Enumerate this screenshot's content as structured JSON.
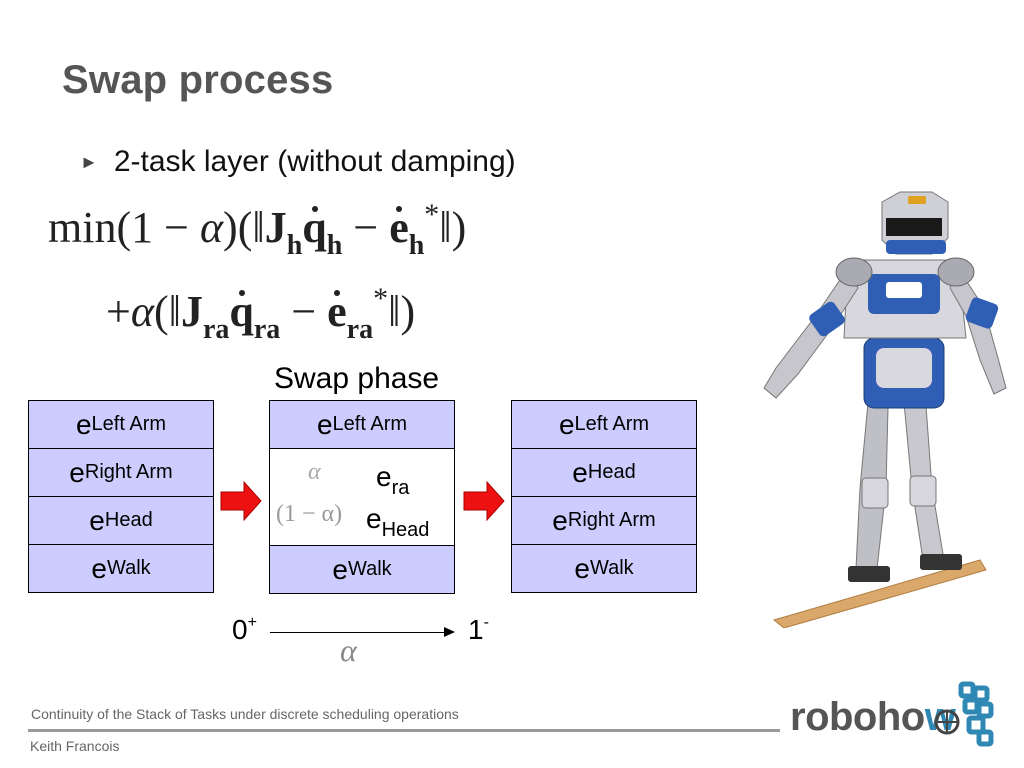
{
  "slide": {
    "title": "Swap process",
    "bullet": "2-task layer (without damping)"
  },
  "formula": {
    "line1": {
      "min": "min(1",
      "minus": "−",
      "alpha": "α",
      "open": ")(‖",
      "J": "J",
      "J_sub": "h",
      "q": "q",
      "q_sub": "h",
      "minus2": "−",
      "e": "e",
      "e_sub": "h",
      "e_sup": "*",
      "close": "‖)"
    },
    "line2": {
      "plus": "+",
      "alpha": "α",
      "open": "(‖",
      "J": "J",
      "J_sub": "ra",
      "q": "q",
      "q_sub": "ra",
      "minus": "−",
      "e": "e",
      "e_sub": "ra",
      "e_sup": "*",
      "close": "‖)"
    }
  },
  "swap_phase_label": "Swap phase",
  "stacks": {
    "before": [
      {
        "e": "e",
        "sub": "Left Arm"
      },
      {
        "e": "e",
        "sub": "Right Arm"
      },
      {
        "e": "e",
        "sub": "Head"
      },
      {
        "e": "e",
        "sub": "Walk"
      }
    ],
    "during": {
      "top": {
        "e": "e",
        "sub": "Left Arm"
      },
      "mix_alpha": "α",
      "mix_one_minus_alpha": "(1 − α)",
      "mix_ra": {
        "e": "e",
        "sub": "ra"
      },
      "mix_head": {
        "e": "e",
        "sub": "Head"
      },
      "bottom": {
        "e": "e",
        "sub": "Walk"
      }
    },
    "after": [
      {
        "e": "e",
        "sub": "Left Arm"
      },
      {
        "e": "e",
        "sub": "Head"
      },
      {
        "e": "e",
        "sub": "Right Arm"
      },
      {
        "e": "e",
        "sub": "Walk"
      }
    ]
  },
  "alpha_axis": {
    "start": "0",
    "start_sign": "+",
    "end": "1",
    "end_sign": "-",
    "label": "α"
  },
  "footer": {
    "talk_title": "Continuity of the Stack of Tasks under discrete scheduling operations",
    "author": "Keith Francois"
  },
  "logo": {
    "word_main": "roboho",
    "word_accent": "w"
  },
  "colors": {
    "title": "#555555",
    "cell_fill": "#ccccff",
    "arrow_fill": "#ee1111",
    "footer_line": "#999999",
    "logo_accent": "#2f88b3"
  }
}
